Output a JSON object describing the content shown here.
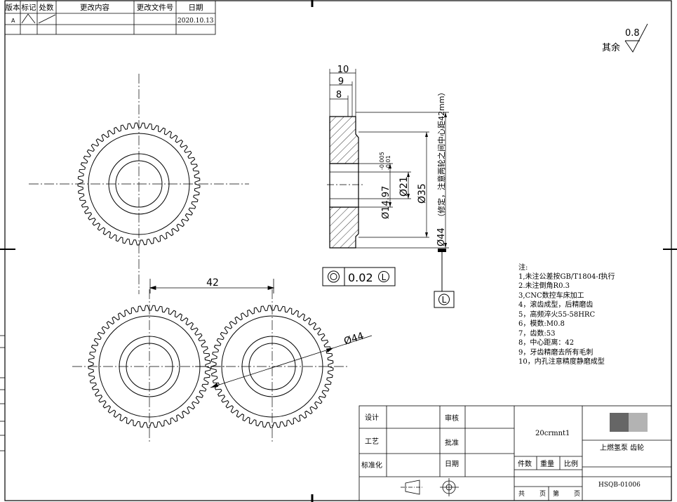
{
  "revision_table": {
    "headers": [
      "版本",
      "标记",
      "处数",
      "更改内容",
      "更改文件号",
      "日期"
    ],
    "row": {
      "version": "A",
      "date": "2020.10.13"
    }
  },
  "surface_finish": {
    "label": "其余",
    "value": "0.8"
  },
  "section": {
    "dim_10": "10",
    "dim_9": "9",
    "dim_8": "8",
    "bore": "Ø14.97",
    "bore_tol_upper": "-0.005",
    "bore_tol_lower": "-0.01",
    "hub": "Ø21",
    "dia_35": "Ø35",
    "outer": "Ø44",
    "center_note": "（修定，注意两轮之间中心距42mm）"
  },
  "tolerance_frame": {
    "value": "0.02",
    "datum": "L"
  },
  "datum_marker": "L",
  "gear_mesh": {
    "center_distance": "42",
    "outer_dia": "Ø44"
  },
  "notes": {
    "title": "注:",
    "items": [
      "1,未注公差按GB/T1804-f执行",
      "2.未注倒角R0.3",
      "3,CNC数控车床加工",
      "4，滚齿成型，后精磨齿",
      "5，高频淬火55-58HRC",
      "6，模数:M0.8",
      "7，齿数:53",
      "8，中心距离：42",
      "9，牙齿精磨去所有毛刺",
      "10，内孔注意精度静磨成型"
    ]
  },
  "title_block": {
    "design": "设计",
    "review": "审核",
    "process": "工艺",
    "approve": "批准",
    "standard": "标准化",
    "date": "日期",
    "material": "20crmnt1",
    "part_name": "上燃氢泵 齿轮",
    "qty": "件数",
    "weight": "重量",
    "scale": "比例",
    "total": "共",
    "sheet": "页",
    "no": "第",
    "sheet2": "页",
    "drawing_no": "HSQB-01006"
  },
  "colors": {
    "line": "#000000",
    "logo_dark": "#666666",
    "logo_light": "#b3b3b3"
  }
}
